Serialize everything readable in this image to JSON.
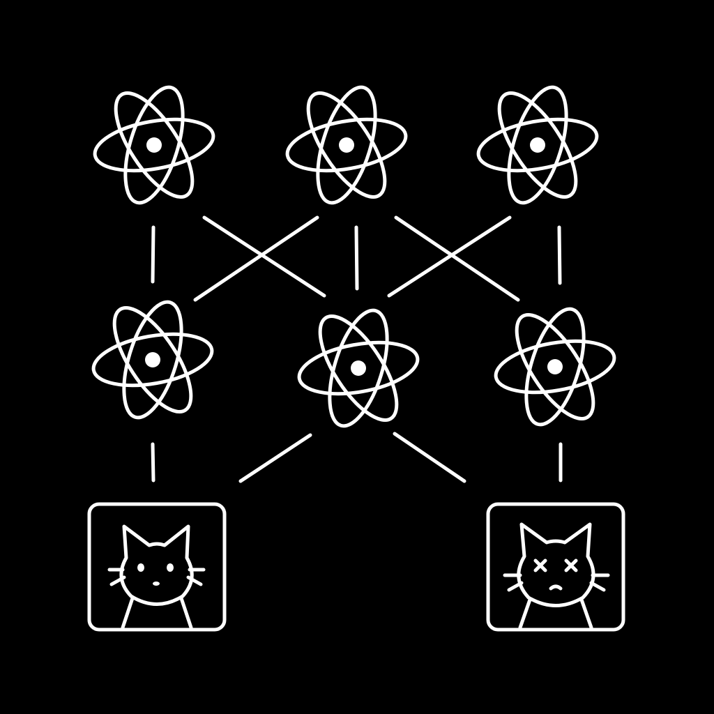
{
  "diagram": {
    "background_color": "#000000",
    "stroke_color": "#ffffff",
    "atoms": [
      {
        "id": "atom-top-left",
        "row": 1,
        "col": 1,
        "icon": "atom-icon"
      },
      {
        "id": "atom-top-center",
        "row": 1,
        "col": 2,
        "icon": "atom-icon"
      },
      {
        "id": "atom-top-right",
        "row": 1,
        "col": 3,
        "icon": "atom-icon"
      },
      {
        "id": "atom-middle-left",
        "row": 2,
        "col": 1,
        "icon": "atom-icon"
      },
      {
        "id": "atom-middle-center",
        "row": 2,
        "col": 2,
        "icon": "atom-icon"
      },
      {
        "id": "atom-middle-right",
        "row": 2,
        "col": 3,
        "icon": "atom-icon"
      }
    ],
    "cats": [
      {
        "id": "cat-alive",
        "state": "alive",
        "icon": "cat-alive-icon"
      },
      {
        "id": "cat-dead",
        "state": "dead",
        "icon": "cat-dead-icon"
      }
    ],
    "connections": [
      {
        "from": "atom-top-left",
        "to": "atom-middle-left"
      },
      {
        "from": "atom-top-left",
        "to": "atom-middle-center"
      },
      {
        "from": "atom-top-center",
        "to": "atom-middle-left"
      },
      {
        "from": "atom-top-center",
        "to": "atom-middle-center"
      },
      {
        "from": "atom-top-center",
        "to": "atom-middle-right"
      },
      {
        "from": "atom-top-right",
        "to": "atom-middle-center"
      },
      {
        "from": "atom-top-right",
        "to": "atom-middle-right"
      },
      {
        "from": "atom-middle-left",
        "to": "cat-alive"
      },
      {
        "from": "atom-middle-center",
        "to": "cat-alive"
      },
      {
        "from": "atom-middle-center",
        "to": "cat-dead"
      },
      {
        "from": "atom-middle-right",
        "to": "cat-dead"
      }
    ]
  }
}
